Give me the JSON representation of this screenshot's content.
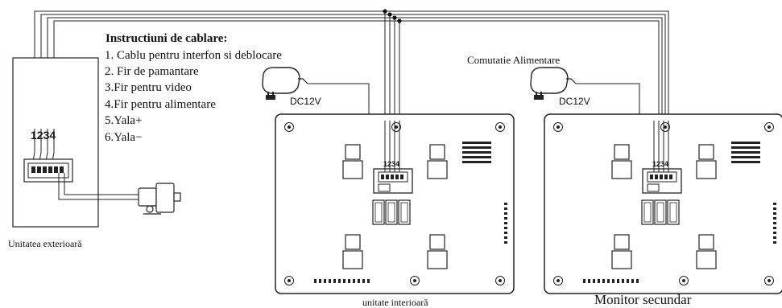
{
  "instructions": {
    "title": "Instructiuni de cablare:",
    "items": [
      "1. Cablu pentru interfon si deblocare",
      "2. Fir de pamantare",
      "3.Fir pentru video",
      "4.Fir pentru alimentare",
      "5.Yala+",
      "6.Yala−"
    ]
  },
  "outdoor_unit": {
    "caption": "Unitatea exterioară",
    "terminal_label": "1234"
  },
  "adapters": {
    "left_label": "DC12V",
    "right_label": "DC12V"
  },
  "switch_label": "Comutatie  Alimentare",
  "indoor_monitor": {
    "caption": "unitate interioară",
    "terminal_label": "1234"
  },
  "secondary_monitor": {
    "caption": "Monitor secundar",
    "terminal_label": "1234"
  }
}
